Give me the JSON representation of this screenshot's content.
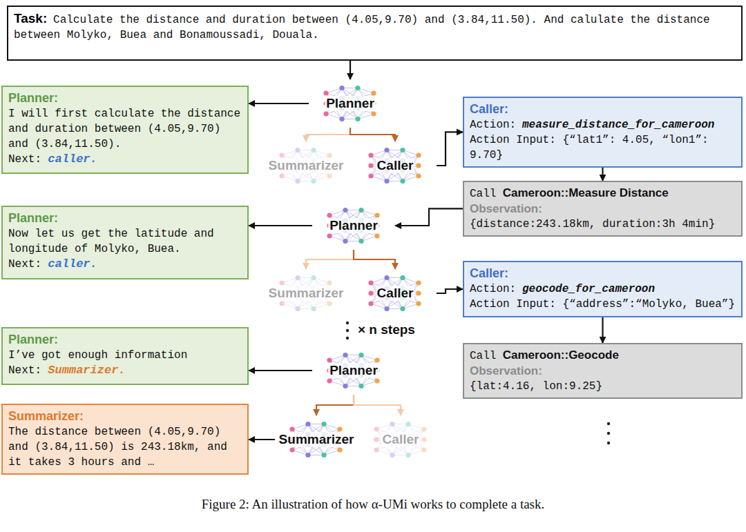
{
  "diagram": {
    "caption": "Figure 2: An illustration of how α-UMi works to complete a task.",
    "nodes": [
      {
        "text": [
          "Task:",
          "Calculate the distance and duration between (4.05,9.70) and (3.84,11.50). And calulate the distance between Molyko, Buea and Bonamoussadi, Douala."
        ]
      },
      {
        "text": [
          "Planner:",
          "I will first calculate the distance and duration between (4.05,9.70) and (3.84,11.50).",
          "Next:",
          "caller."
        ]
      },
      {
        "text": [
          "Planner"
        ]
      },
      {
        "text": [
          "Caller:",
          "Action:",
          "measure_distance_for_cameroon",
          "Action Input: {“lat1”: 4.05, “lon1”: 9.70}"
        ]
      },
      {
        "text": [
          "Summarizer"
        ]
      },
      {
        "text": [
          "Caller"
        ]
      },
      {
        "text": [
          "Call",
          "Cameroon::Measure Distance",
          "Observation:",
          "{distance:243.18km, duration:3h 4min}"
        ]
      },
      {
        "text": [
          "Planner:",
          "Now let us get the latitude and longitude of Molyko, Buea.",
          "Next:",
          "caller."
        ]
      },
      {
        "text": [
          "Planner"
        ]
      },
      {
        "text": [
          "Summarizer"
        ]
      },
      {
        "text": [
          "Caller"
        ]
      },
      {
        "text": [
          "Caller:",
          "Action:",
          "geocode_for_cameroon",
          "Action Input: {“address”:“Molyko, Buea”}"
        ]
      },
      {
        "text": [
          "Call",
          "Cameroon::Geocode",
          "Observation:",
          "{lat:4.16, lon:9.25}"
        ]
      },
      {
        "text": [
          "Planner:",
          "I’ve got enough information",
          "Next:",
          "Summarizer."
        ]
      },
      {
        "text": [
          "Planner"
        ]
      },
      {
        "text": [
          "Summarizer:",
          "The distance between (4.05,9.70) and (3.84,11.50) is 243.18km, and it takes 3 hours and …"
        ]
      },
      {
        "text": [
          "Summarizer"
        ]
      },
      {
        "text": [
          "Caller"
        ]
      }
    ],
    "edges": [
      {
        "from": 0,
        "to": 2,
        "arrow": "to"
      },
      {
        "from": 2,
        "to": 1,
        "arrow": "to"
      },
      {
        "from": 2,
        "to": 4,
        "arrow": "to"
      },
      {
        "from": 2,
        "to": 5,
        "arrow": "to"
      },
      {
        "from": 5,
        "to": 3,
        "arrow": "to"
      },
      {
        "from": 3,
        "to": 6,
        "arrow": "to"
      },
      {
        "from": 6,
        "to": 8,
        "arrow": "to"
      },
      {
        "from": 8,
        "to": 7,
        "arrow": "to"
      },
      {
        "from": 8,
        "to": 9,
        "arrow": "to"
      },
      {
        "from": 8,
        "to": 10,
        "arrow": "to"
      },
      {
        "from": 10,
        "to": 11,
        "arrow": "to"
      },
      {
        "from": 11,
        "to": 12,
        "arrow": "to"
      },
      {
        "from": 14,
        "to": 13,
        "arrow": "to"
      },
      {
        "from": 14,
        "to": 16,
        "arrow": "to"
      },
      {
        "from": 14,
        "to": 17,
        "arrow": "to"
      },
      {
        "from": 16,
        "to": 15,
        "arrow": "to"
      }
    ],
    "labels": [
      "× n steps"
    ]
  }
}
